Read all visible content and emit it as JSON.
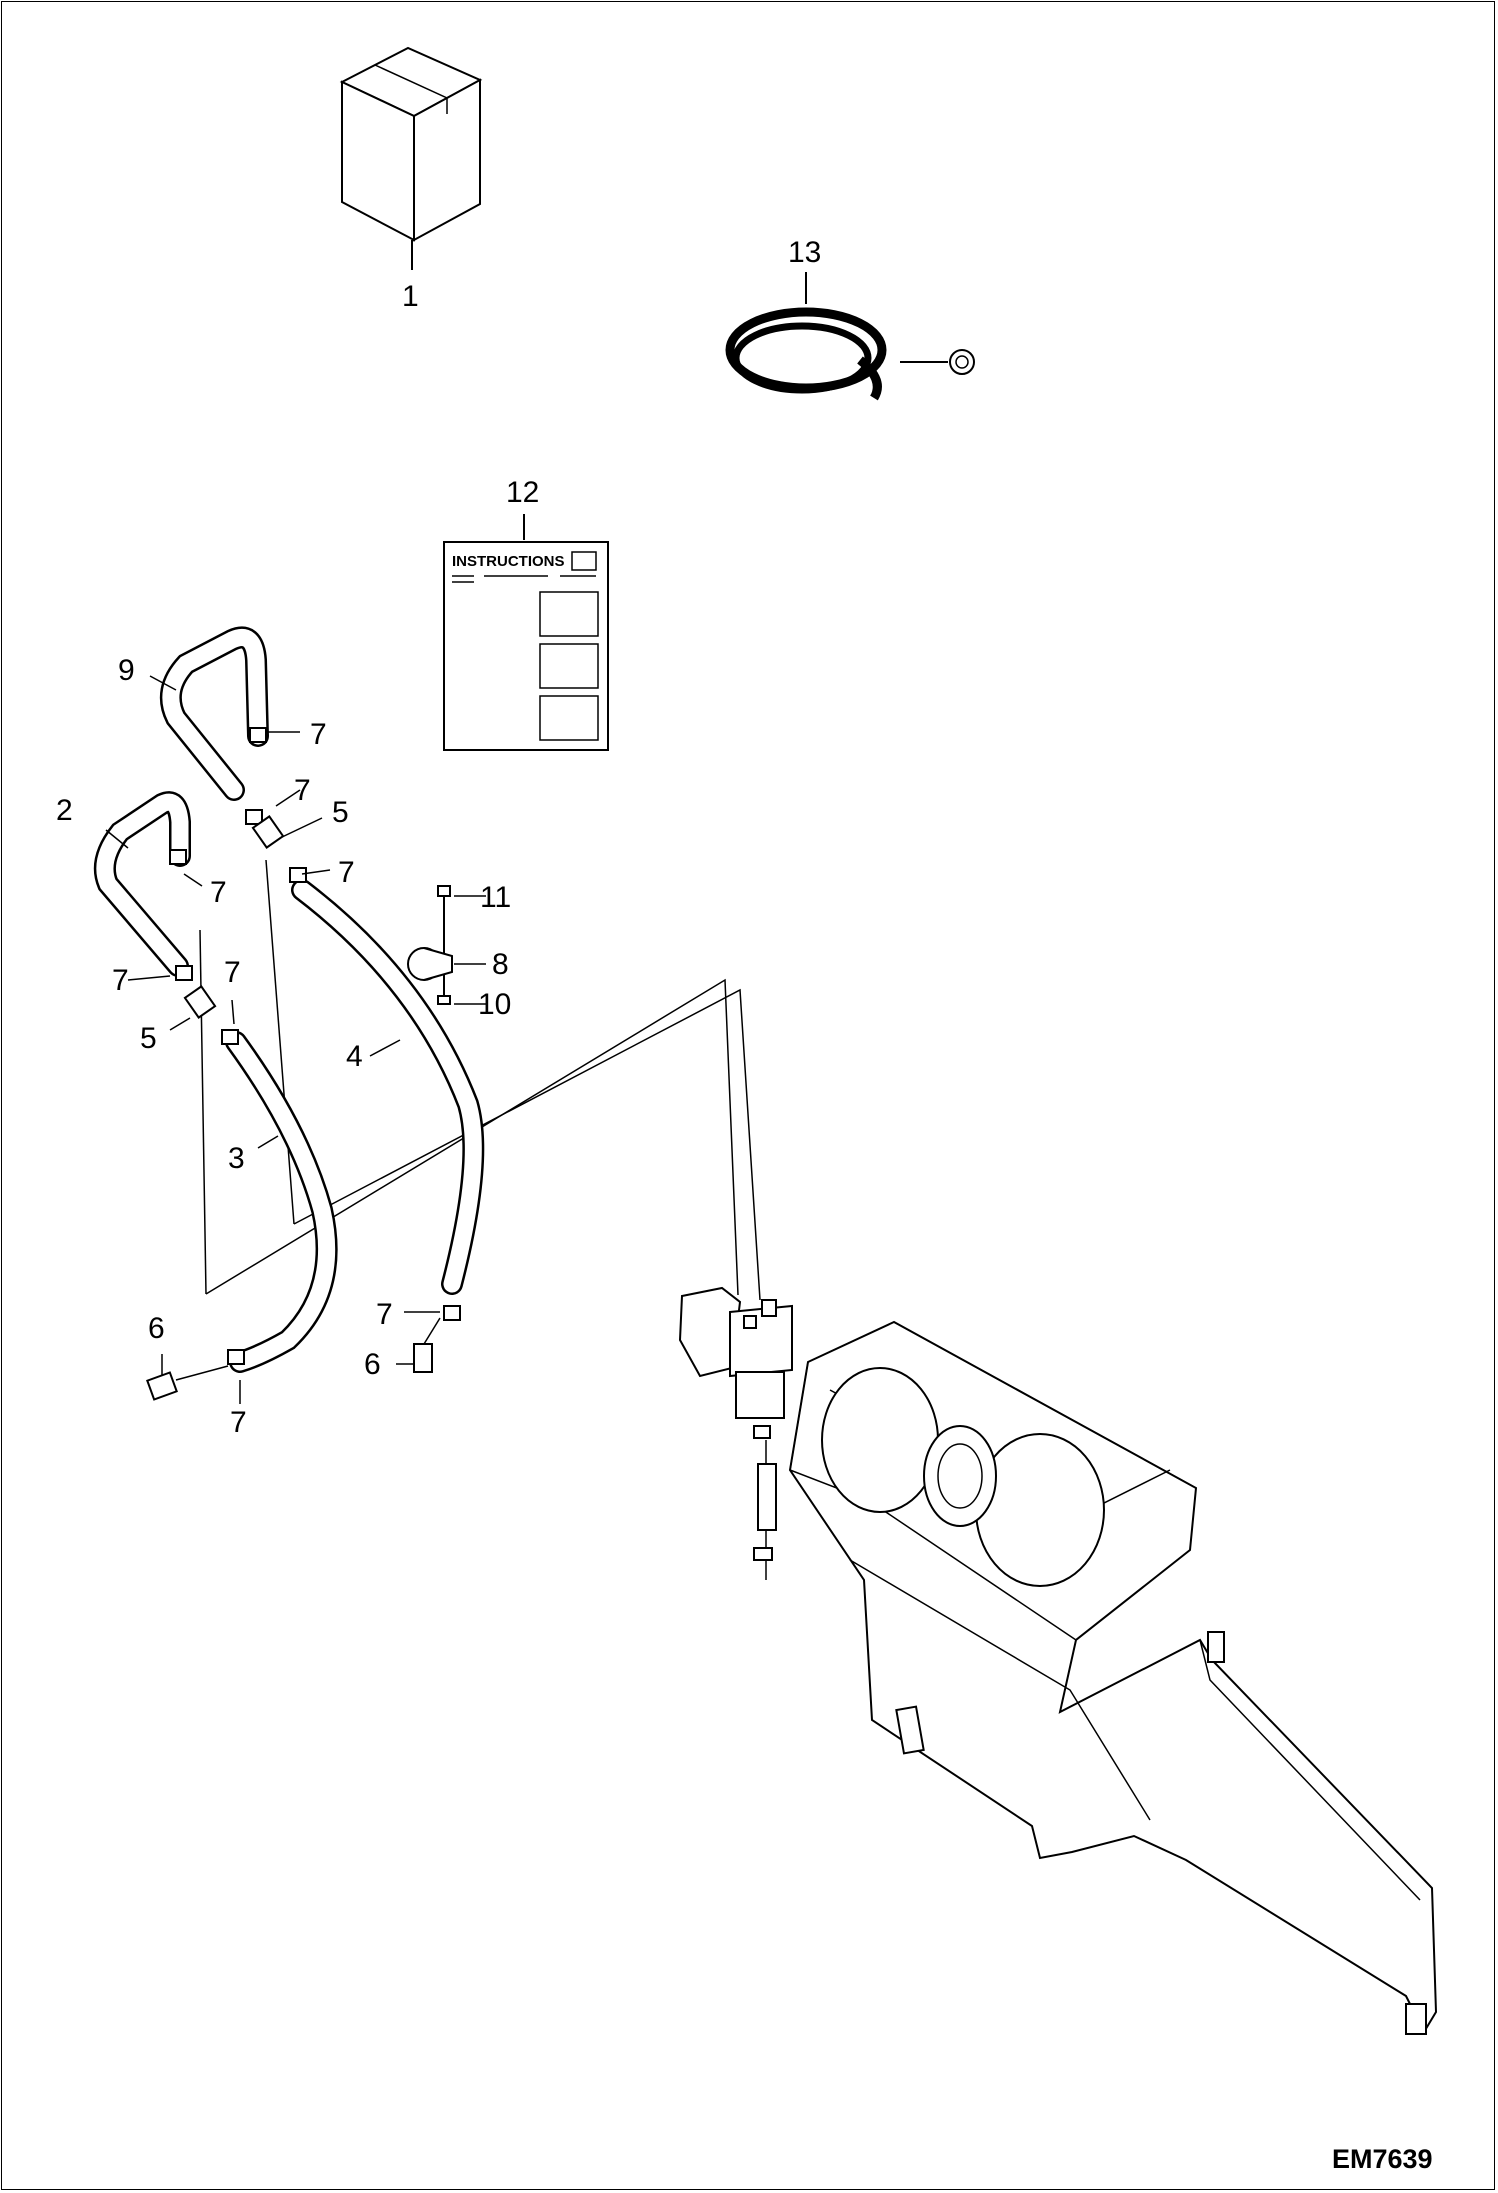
{
  "diagram": {
    "drawing_code": "EM7639",
    "instructions_label": "INSTRUCTIONS",
    "callouts": {
      "c1": "1",
      "c2": "2",
      "c3": "3",
      "c4": "4",
      "c5a": "5",
      "c5b": "5",
      "c6a": "6",
      "c6b": "6",
      "c7a": "7",
      "c7b": "7",
      "c7c": "7",
      "c7d": "7",
      "c7e": "7",
      "c7f": "7",
      "c7g": "7",
      "c7h": "7",
      "c8": "8",
      "c9": "9",
      "c10": "10",
      "c11": "11",
      "c12": "12",
      "c13": "13"
    }
  }
}
